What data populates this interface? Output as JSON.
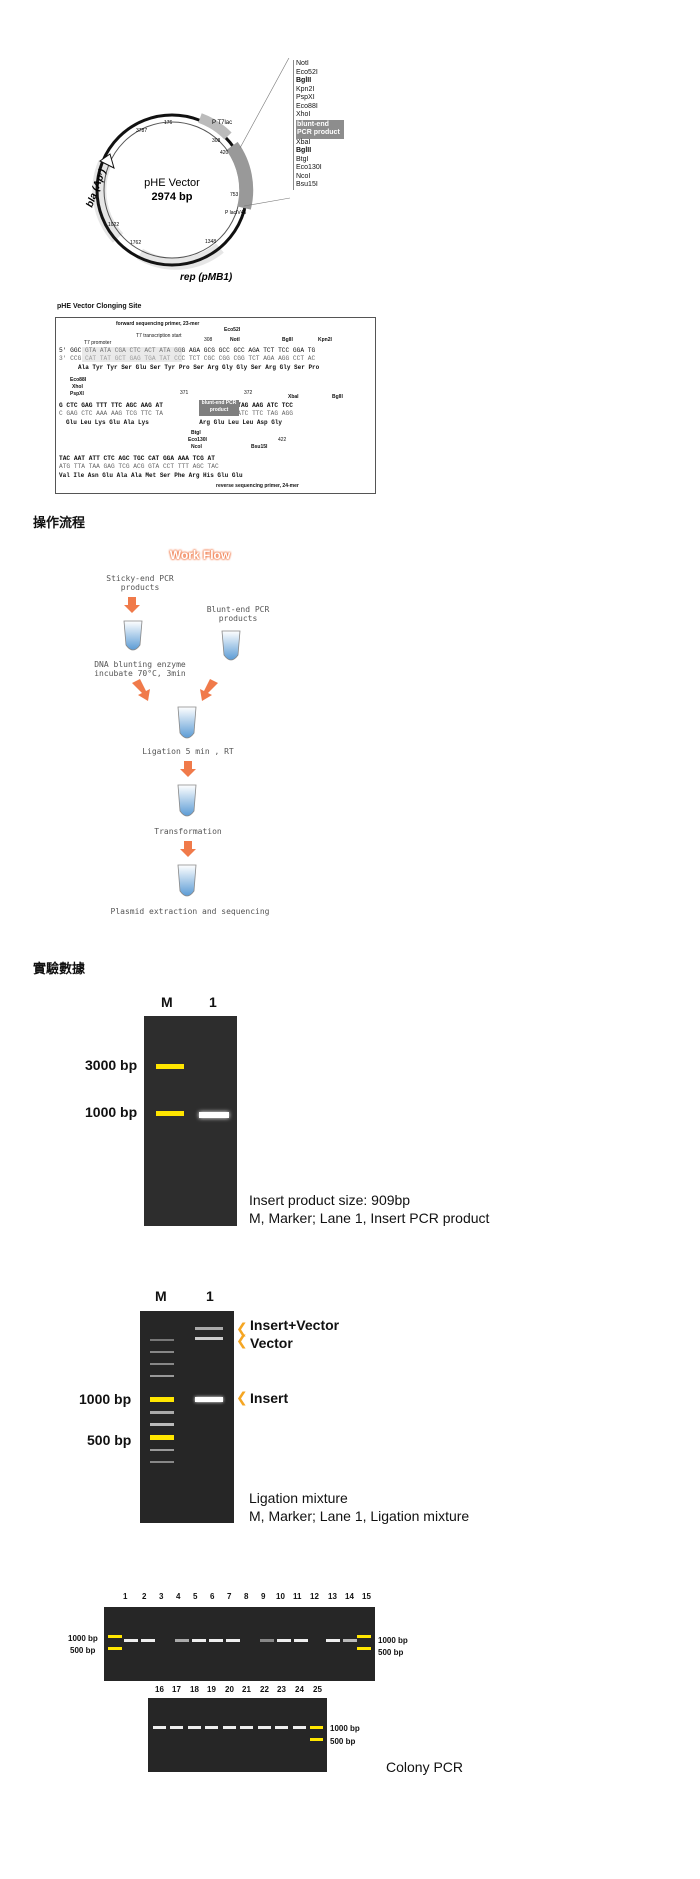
{
  "plasmid_map": {
    "title": "pHE Vector",
    "size": "2974 bp",
    "features": [
      "bla (Apʳ)",
      "rep (pMB1)",
      "P T7lac",
      "P lacIV45"
    ],
    "positions": [
      "3787",
      "176",
      "308",
      "420",
      "753",
      "1348",
      "1762",
      "1022"
    ],
    "sites": [
      "NotI",
      "Eco52I",
      "BglII",
      "Kpn2I",
      "PspXI",
      "Eco88I",
      "XhoI",
      "blunt-end PCR product",
      "XbaI",
      "BglII",
      "BtgI",
      "Eco130I",
      "NcoI",
      "Bsu15I"
    ]
  },
  "cloning_site": {
    "title": "pHE Vector Clonging Site",
    "primer_fwd": "forward sequencing primer, 23-mer",
    "primer_rev": "reverse sequencing primer, 24-mer",
    "t7_start": "T7 transcription start",
    "t7_promoter": "T7 promoter",
    "insert_label": "blunt-end PCR product",
    "row1_top": "5' GGC GTA ATA CGA CTC ACT ATA GGG AGA GCG GCC GCC AGA TCT TCC GGA TG",
    "row1_bot": "3' CCG CAT TAT GCT GAG TGA TAT CCC TCT CGC CGG CGG TCT AGA AGG CCT AC",
    "row1_aa": "Ala Tyr Tyr Ser Glu Ser Tyr Pro Ser Arg Gly Gly Ser Arg Gly Ser Pro",
    "row2_top": "G CTC GAG TTT TTC AGC AAG AT          A TCT TTC TAG AAG ATC TCC",
    "row2_bot": "C GAG CTC AAA AAG TCG TTC TA          T AGA AAG ATC TTC TAG AGG",
    "row2_aa": "Glu Leu Lys Glu Ala Lys              Arg Glu Leu Leu Asp Gly",
    "row3_top": "TAC AAT ATT CTC AGC TGC CAT GGA AAA TCG AT",
    "row3_bot": "ATG TTA TAA GAG TCG ACG GTA CCT TTT AGC TAC",
    "row3_aa": "Val Ile Asn Glu Ala Ala Met Ser Phe Arg His Glu Glu",
    "enzymes": [
      "Eco52I",
      "NotI",
      "BglII",
      "Kpn2I",
      "Eco88I",
      "XhoI",
      "PspXI",
      "XbaI",
      "BglII",
      "BtgI",
      "Eco130I",
      "NcoI",
      "Bsu15I"
    ],
    "nums": [
      "308",
      "371",
      "372",
      "422"
    ]
  },
  "sections": {
    "workflow_title": "操作流程",
    "data_title": "實驗數據"
  },
  "workflow": {
    "heading": "Work Flow",
    "sticky": "Sticky-end PCR products",
    "blunt": "Blunt-end PCR products",
    "blunting": "DNA blunting enzyme incubate 70°C, 3min",
    "ligation": "Ligation 5 min , RT",
    "transformation": "Transformation",
    "extraction": "Plasmid extraction and sequencing"
  },
  "gel1": {
    "lane_m": "M",
    "lane_1": "1",
    "marker_3000": "3000 bp",
    "marker_1000": "1000 bp",
    "caption_1": "Insert product size: 909bp",
    "caption_2": "M, Marker; Lane 1, Insert PCR product"
  },
  "gel2": {
    "lane_m": "M",
    "lane_1": "1",
    "marker_1000": "1000 bp",
    "marker_500": "500 bp",
    "band_iv": "Insert+Vector",
    "band_v": "Vector",
    "band_i": "Insert",
    "caption_1": "Ligation mixture",
    "caption_2": "M, Marker; Lane 1, Ligation mixture"
  },
  "gel3": {
    "lanes_top": [
      "1",
      "2",
      "3",
      "4",
      "5",
      "6",
      "7",
      "8",
      "9",
      "10",
      "11",
      "12",
      "13",
      "14",
      "15"
    ],
    "lanes_bottom": [
      "16",
      "17",
      "18",
      "19",
      "20",
      "21",
      "22",
      "23",
      "24",
      "25"
    ],
    "m1000": "1000 bp",
    "m500": "500 bp",
    "caption": "Colony PCR"
  },
  "colors": {
    "marker_band": "#ffe600",
    "arrow": "#f5a623",
    "workflow_accent": "#f07a4a",
    "gel_bg": "#2a2a2a"
  }
}
